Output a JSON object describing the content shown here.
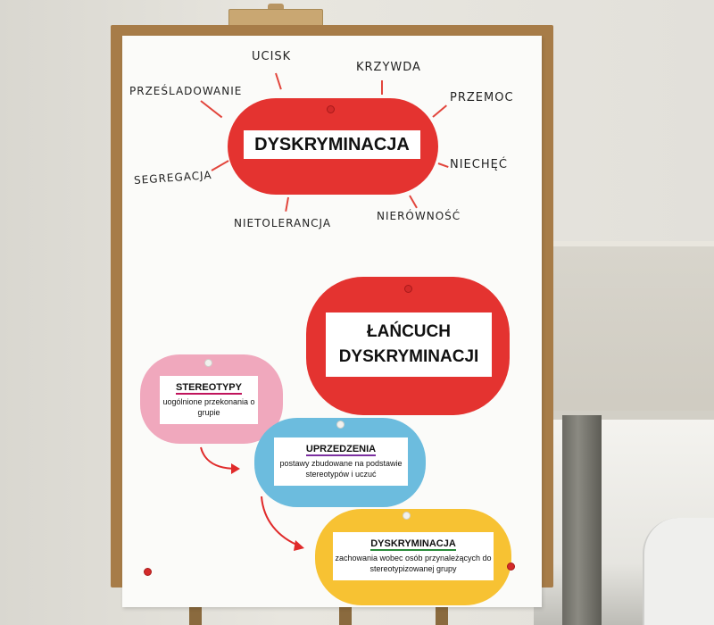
{
  "header_words": {
    "center_title": "DYSKRYMINACJA",
    "w1": "UCISK",
    "w2": "KRZYWDA",
    "w3": "PRZEŚLADOWANIE",
    "w4": "PRZEMOC",
    "w5": "SEGREGACJA",
    "w6": "NIECHĘĆ",
    "w7": "NIETOLERANCJA",
    "w8": "NIERÓWNOŚĆ"
  },
  "chain": {
    "title_line1": "ŁAŃCUCH",
    "title_line2": "DYSKRYMINACJI",
    "steps": [
      {
        "title": "STEREOTYPY",
        "desc": "uogólnione przekonania o grupie",
        "underline_color": "#c0145c"
      },
      {
        "title": "UPRZEDZENIA",
        "desc": "postawy zbudowane na podstawie stereotypów i uczuć",
        "underline_color": "#7b2fa0"
      },
      {
        "title": "DYSKRYMINACJA",
        "desc": "zachowania wobec osób przynależących do stereotypizowanej grupy",
        "underline_color": "#2a8a3a"
      }
    ]
  },
  "colors": {
    "red": "#e43330",
    "pink": "#f0a8bd",
    "blue": "#6cbcde",
    "yellow": "#f7c233",
    "arrow": "#e02a2a"
  }
}
